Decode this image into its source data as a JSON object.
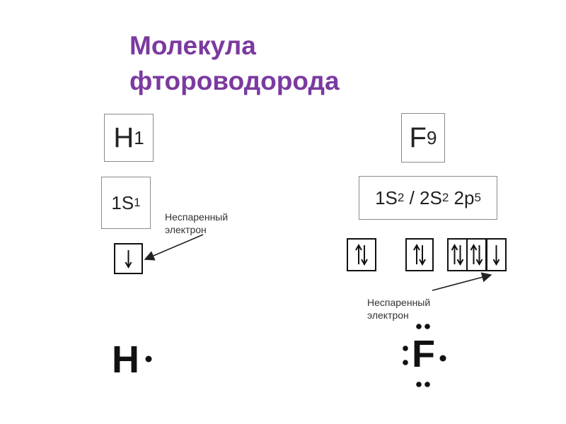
{
  "title_line1": "Молекула",
  "title_line2": "фтороводорода",
  "hydrogen": {
    "symbol": "H",
    "atomic_number": "1",
    "config_base": "1S",
    "config_exp": "1",
    "orbitals": [
      "down"
    ],
    "label_line1": "Неспаренный",
    "label_line2": "электрон",
    "lewis": "H"
  },
  "fluorine": {
    "symbol": "F",
    "atomic_number": "9",
    "config": {
      "p1": "1S",
      "e1": "2",
      "sep": " / ",
      "p2": "2S",
      "e2": "2",
      "p3": " 2p",
      "e3": "5"
    },
    "orbitals": [
      "pair",
      "pair",
      "pair",
      "pair",
      "down"
    ],
    "label_line1": "Неспаренный",
    "label_line2": "электрон",
    "lewis": "F"
  },
  "colors": {
    "title": "#7b3aa0",
    "box_border": "#8a8a8a",
    "ink": "#111111"
  }
}
